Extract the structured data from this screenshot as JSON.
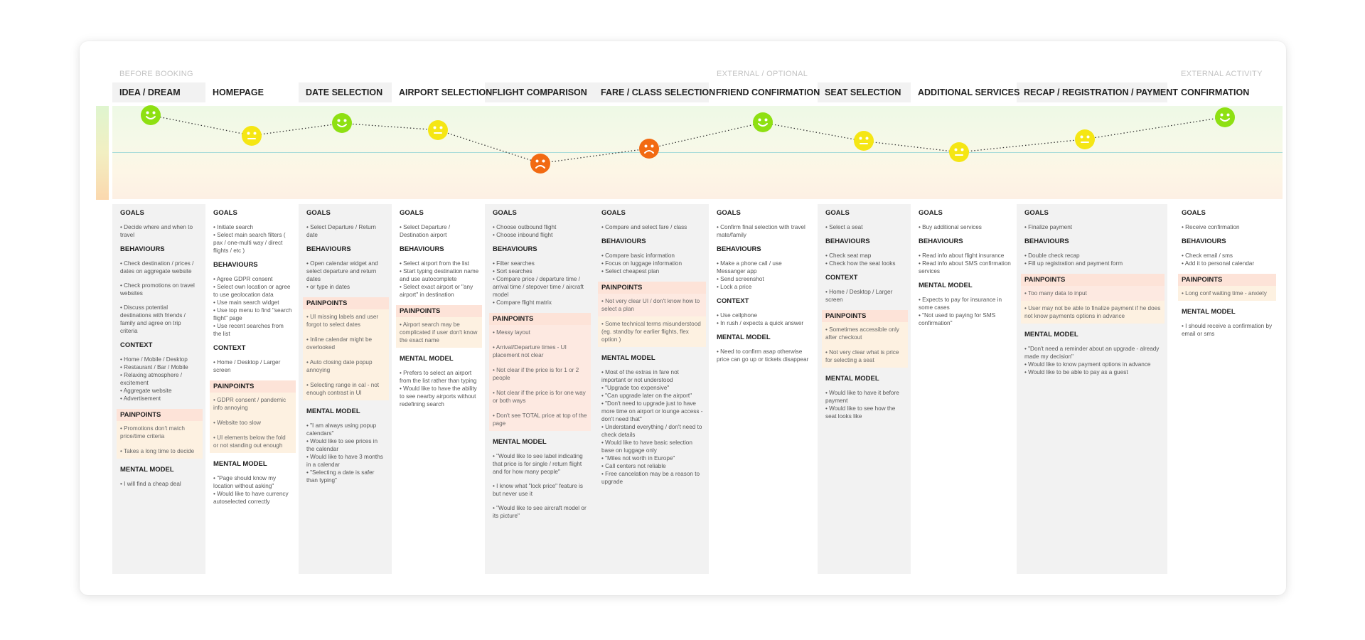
{
  "phases": {
    "before": "BEFORE BOOKING",
    "external": "EXTERNAL / OPTIONAL",
    "external_activity": "EXTERNAL ACTIVITY"
  },
  "stages": [
    "IDEA / DREAM",
    "HOMEPAGE",
    "DATE SELECTION",
    "AIRPORT SELECTION",
    "FLIGHT COMPARISON",
    "FARE / CLASS SELECTION",
    "FRIEND CONFIRMATION",
    "SEAT SELECTION",
    "ADDITIONAL SERVICES",
    "RECAP / REGISTRATION / PAYMENT",
    "CONFIRMATION"
  ],
  "emotion_curve": {
    "levels": [
      1.0,
      0.45,
      0.78,
      0.6,
      -0.3,
      0.1,
      0.8,
      0.3,
      0.0,
      0.35,
      0.95
    ],
    "moods": [
      "happy",
      "neutral",
      "happy",
      "neutral",
      "sad",
      "sad",
      "happy",
      "neutral",
      "neutral",
      "neutral",
      "happy"
    ]
  },
  "colors": {
    "happy": "#8ee012",
    "neutral": "#f5e614",
    "sad": "#f26a12",
    "pain_head": "#fde3d8",
    "pain_red": "#fde9e1",
    "pain_amber": "#fdf1e1"
  },
  "columns": [
    {
      "sections": [
        {
          "type": "head",
          "text": "GOALS"
        },
        {
          "type": "item",
          "text": "• Decide where and when to travel"
        },
        {
          "type": "head",
          "text": "BEHAVIOURS"
        },
        {
          "type": "item",
          "text": "• Check destination / prices / dates on aggregate website"
        },
        {
          "type": "item",
          "text": "• Check promotions on travel websites"
        },
        {
          "type": "item",
          "text": "• Discuss potential destinations with friends / family and agree on trip criteria"
        },
        {
          "type": "head",
          "text": "CONTEXT"
        },
        {
          "type": "item",
          "text": "• Home / Mobile / Desktop\n• Restaurant / Bar / Mobile\n• Relaxing atmosphere / excitement\n• Aggregate website\n• Advertisement"
        },
        {
          "type": "pphead",
          "text": "PAINPOINTS"
        },
        {
          "type": "amb",
          "text": "• Promotions don't match price/time criteria"
        },
        {
          "type": "amb",
          "text": "• Takes a long time to decide"
        },
        {
          "type": "head",
          "text": "MENTAL MODEL"
        },
        {
          "type": "item",
          "text": "• I will find a cheap deal"
        }
      ]
    },
    {
      "sections": [
        {
          "type": "head",
          "text": "GOALS"
        },
        {
          "type": "item",
          "text": "• Initiate search\n• Select main search filters ( pax / one-multi way / direct flights / etc )"
        },
        {
          "type": "head",
          "text": "BEHAVIOURS"
        },
        {
          "type": "item",
          "text": "• Agree GDPR consent\n• Select own location or agree to use geolocation data\n• Use main search widget\n• Use top menu to find \"search flight\" page\n• Use recent searches from the list"
        },
        {
          "type": "head",
          "text": "CONTEXT"
        },
        {
          "type": "item",
          "text": "• Home /  Desktop / Larger screen"
        },
        {
          "type": "pphead",
          "text": "PAINPOINTS"
        },
        {
          "type": "amb",
          "text": "• GDPR consent / pandemic info annoying"
        },
        {
          "type": "amb",
          "text": "• Website too slow"
        },
        {
          "type": "amb",
          "text": "• UI elements below the fold or not standing out enough"
        },
        {
          "type": "head",
          "text": "MENTAL MODEL"
        },
        {
          "type": "item",
          "text": "• \"Page should know my location without asking\"\n• Would like to have currency autoselected correctly"
        }
      ]
    },
    {
      "sections": [
        {
          "type": "head",
          "text": "GOALS"
        },
        {
          "type": "item",
          "text": "• Select Departure / Return date"
        },
        {
          "type": "head",
          "text": "BEHAVIOURS"
        },
        {
          "type": "item",
          "text": "• Open calendar widget and select departure and return dates\n• or type in dates"
        },
        {
          "type": "pphead",
          "text": "PAINPOINTS"
        },
        {
          "type": "amb",
          "text": "• UI missing labels and user forgot to select dates"
        },
        {
          "type": "amb",
          "text": "• Inline calendar might be overlooked"
        },
        {
          "type": "amb",
          "text": "• Auto closing date popup annoying"
        },
        {
          "type": "amb",
          "text": "• Selecting range in cal - not enough contrast in UI"
        },
        {
          "type": "head",
          "text": "MENTAL MODEL"
        },
        {
          "type": "item",
          "text": "• \"I am always using popup calendars\"\n• Would like to see prices in the calendar\n• Would like to have 3 months in a calendar\n• \"Selecting a date is safer than typing\""
        }
      ]
    },
    {
      "sections": [
        {
          "type": "head",
          "text": "GOALS"
        },
        {
          "type": "item",
          "text": "• Select Departure / Destination airport"
        },
        {
          "type": "head",
          "text": "BEHAVIOURS"
        },
        {
          "type": "item",
          "text": "• Select airport from the list\n• Start typing destination name and use autocomplete\n• Select exact airport or \"any airport\" in destination"
        },
        {
          "type": "pphead",
          "text": "PAINPOINTS"
        },
        {
          "type": "amb",
          "text": "• Airport search may be complicated if user don't know the exact name"
        },
        {
          "type": "head",
          "text": "MENTAL MODEL"
        },
        {
          "type": "item",
          "text": "• Prefers to select an airport from the list rather than typing\n• Would like to have the ability to see nearby airports without redefining search"
        }
      ]
    },
    {
      "sections": [
        {
          "type": "head",
          "text": "GOALS"
        },
        {
          "type": "item",
          "text": "• Choose outbound flight\n• Choose inbound flight"
        },
        {
          "type": "head",
          "text": "BEHAVIOURS"
        },
        {
          "type": "item",
          "text": "• Filter searches\n• Sort searches\n• Compare price / departure time / arrival time / stepover time / aircraft model\n• Compare flight matrix"
        },
        {
          "type": "pphead",
          "text": "PAINPOINTS"
        },
        {
          "type": "red",
          "text": "• Messy layout"
        },
        {
          "type": "red",
          "text": "• Arrival/Departure times - UI placement not clear"
        },
        {
          "type": "red",
          "text": "• Not clear if the price is for 1 or 2 people"
        },
        {
          "type": "red",
          "text": "• Not clear if the price is for one way or both ways"
        },
        {
          "type": "red",
          "text": "• Don't see TOTAL price at top of the page"
        },
        {
          "type": "head",
          "text": "MENTAL MODEL"
        },
        {
          "type": "item",
          "text": "• \"Would like to see label indicating that price is for single / return flight and for how many people\""
        },
        {
          "type": "item",
          "text": "• I know what \"lock price\" feature is but never use it"
        },
        {
          "type": "item",
          "text": "• \"Would like to see aircraft model or its picture\""
        }
      ]
    },
    {
      "sections": [
        {
          "type": "head",
          "text": "GOALS"
        },
        {
          "type": "item",
          "text": "• Compare and select fare / class"
        },
        {
          "type": "head",
          "text": "BEHAVIOURS"
        },
        {
          "type": "item",
          "text": "• Compare basic information\n• Focus on luggage information\n• Select cheapest plan"
        },
        {
          "type": "pphead",
          "text": "PAINPOINTS"
        },
        {
          "type": "red",
          "text": "• Not very clear UI / don't know how to select a plan"
        },
        {
          "type": "amb",
          "text": "• Some technical terms misunderstood (eg. standby for earlier flights, flex option )"
        },
        {
          "type": "head",
          "text": "MENTAL MODEL"
        },
        {
          "type": "item",
          "text": "• Most of the extras in fare not important or not understood\n• \"Upgrade too expensive\"\n• \"Can upgrade later on the airport\"\n• \"Don't need to upgrade just to have more time on airport or lounge access - don't need that\"\n• Understand everything / don't need to check details\n• Would like to have basic selection base on luggage only\n• \"Miles not worth in Europe\"\n• Call centers not reliable\n• Free cancelation may be a reason to upgrade"
        }
      ]
    },
    {
      "sections": [
        {
          "type": "head",
          "text": "GOALS"
        },
        {
          "type": "item",
          "text": "• Confirm final selection with travel mate/family"
        },
        {
          "type": "head",
          "text": "BEHAVIOURS"
        },
        {
          "type": "item",
          "text": "• Make a phone call / use Messanger app\n• Send screenshot\n• Lock a price"
        },
        {
          "type": "head",
          "text": "CONTEXT"
        },
        {
          "type": "item",
          "text": "• Use cellphone\n• In rush / expects a quick answer"
        },
        {
          "type": "head",
          "text": "MENTAL MODEL"
        },
        {
          "type": "item",
          "text": "• Need to confirm asap otherwise price can go up or tickets disappear"
        }
      ]
    },
    {
      "sections": [
        {
          "type": "head",
          "text": "GOALS"
        },
        {
          "type": "item",
          "text": "• Select a seat"
        },
        {
          "type": "head",
          "text": "BEHAVIOURS"
        },
        {
          "type": "item",
          "text": "• Check seat map\n• Check how the seat looks"
        },
        {
          "type": "head",
          "text": "CONTEXT"
        },
        {
          "type": "item",
          "text": "• Home / Desktop / Larger screen"
        },
        {
          "type": "pphead",
          "text": "PAINPOINTS"
        },
        {
          "type": "amb",
          "text": "• Sometimes accessible only after checkout"
        },
        {
          "type": "amb",
          "text": "• Not very clear what is price for selecting a seat"
        },
        {
          "type": "head",
          "text": "MENTAL MODEL"
        },
        {
          "type": "item",
          "text": "• Would like to have it before payment\n• Would like to see how the seat looks like"
        }
      ]
    },
    {
      "sections": [
        {
          "type": "head",
          "text": "GOALS"
        },
        {
          "type": "item",
          "text": "• Buy additional services"
        },
        {
          "type": "head",
          "text": "BEHAVIOURS"
        },
        {
          "type": "item",
          "text": "• Read info about flight insurance\n• Read info about SMS confirmation services"
        },
        {
          "type": "head",
          "text": "MENTAL MODEL"
        },
        {
          "type": "item",
          "text": "• Expects to pay for insurance in some cases\n• \"Not used to paying for SMS confirmation\""
        }
      ]
    },
    {
      "sections": [
        {
          "type": "head",
          "text": "GOALS"
        },
        {
          "type": "item",
          "text": "• Finalize payment"
        },
        {
          "type": "head",
          "text": "BEHAVIOURS"
        },
        {
          "type": "item",
          "text": "• Double check recap\n• Fill up registration and payment form"
        },
        {
          "type": "pphead",
          "text": "PAINPOINTS"
        },
        {
          "type": "red",
          "text": "• Too many data to input"
        },
        {
          "type": "amb",
          "text": "• User may not be able to finalize payment if he does not know payments options in advance"
        },
        {
          "type": "head",
          "text": "MENTAL MODEL"
        },
        {
          "type": "item",
          "text": "• \"Don't need a reminder about an upgrade - already made my decision\"\n• Would like to know payment options in advance\n• Would like to be able to pay as a guest"
        }
      ]
    },
    {
      "sections": [
        {
          "type": "head",
          "text": "GOALS"
        },
        {
          "type": "item",
          "text": "• Receive confirmation"
        },
        {
          "type": "head",
          "text": "BEHAVIOURS"
        },
        {
          "type": "item",
          "text": "• Check email / sms\n• Add it to personal calendar"
        },
        {
          "type": "pphead",
          "text": "PAINPOINTS"
        },
        {
          "type": "amb",
          "text": "• Long conf waiting time - anxiety"
        },
        {
          "type": "head",
          "text": "MENTAL MODEL"
        },
        {
          "type": "item",
          "text": "• I should receive a confirmation by email or sms"
        }
      ]
    }
  ]
}
